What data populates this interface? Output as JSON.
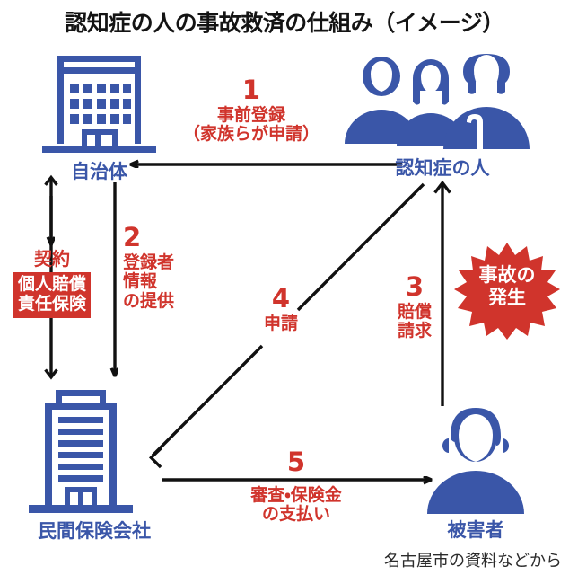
{
  "title": "認知症の人の事故救済の仕組み（イメージ）",
  "source": "名古屋市の資料などから",
  "colors": {
    "blue": "#3a56a8",
    "red": "#d0342c",
    "arrow": "#111111",
    "background": "#ffffff",
    "chip_text": "#ffffff"
  },
  "nodes": {
    "municipality": {
      "label": "自治体",
      "icon": "government-building-icon"
    },
    "person_with_dementia": {
      "label": "認知症の人",
      "icon": "family-with-elderly-person-icon"
    },
    "insurance_company": {
      "label": "民間保険会社",
      "icon": "office-building-icon"
    },
    "victim": {
      "label": "被害者",
      "icon": "person-icon"
    }
  },
  "burst": {
    "line1": "事故の",
    "line2": "発生",
    "icon": "starburst-icon"
  },
  "contract": {
    "word": "契約",
    "chip_line1": "個人賠償",
    "chip_line2": "責任保険"
  },
  "steps": [
    {
      "num": "1",
      "line1": "事前登録",
      "line2": "（家族らが申請）",
      "from": "認知症の人",
      "to": "自治体",
      "direction": "left"
    },
    {
      "num": "2",
      "line1": "登録者",
      "line2": "情報",
      "line3": "の提供",
      "from": "自治体",
      "to": "民間保険会社",
      "direction": "down"
    },
    {
      "num": "3",
      "line1": "賠償",
      "line2": "請求",
      "from": "被害者",
      "to": "認知症の人",
      "direction": "up"
    },
    {
      "num": "4",
      "line1": "申請",
      "from": "認知症の人",
      "to": "民間保険会社",
      "direction": "diagonal-down-left"
    },
    {
      "num": "5",
      "line1": "審査・保険金",
      "line2": "の支払い",
      "from": "民間保険会社",
      "to": "被害者",
      "direction": "right"
    }
  ]
}
